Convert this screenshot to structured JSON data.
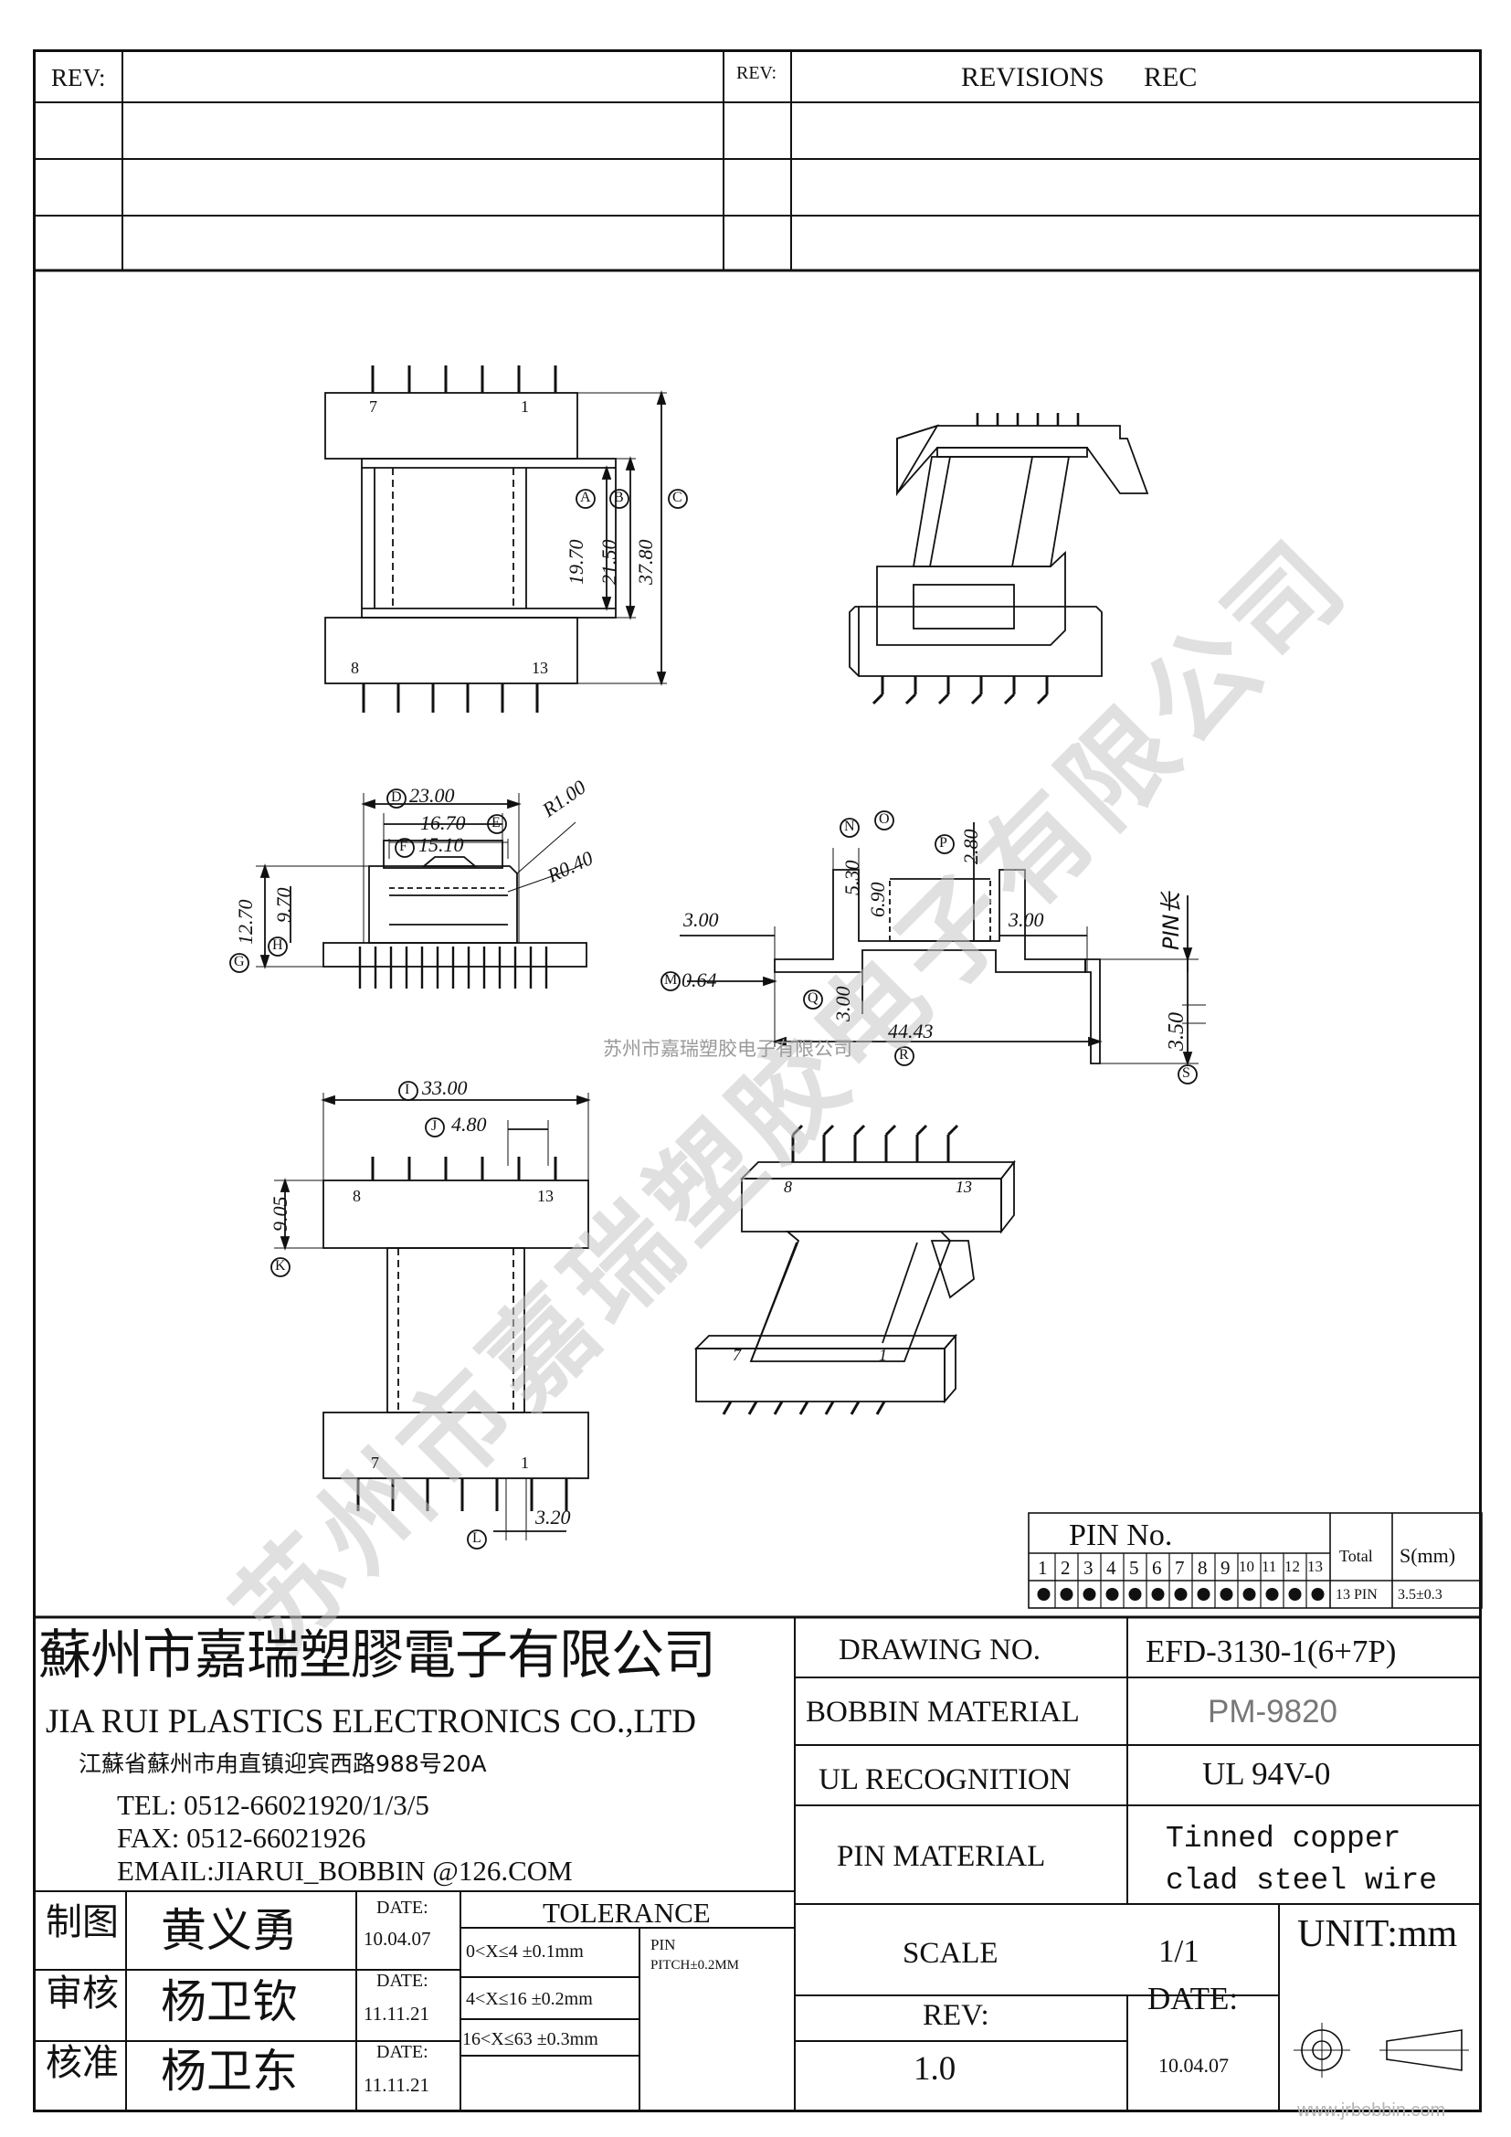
{
  "revisions": {
    "rev_label_left": "REV:",
    "rev_label_right": "REV:",
    "title": "REVISIONS",
    "rec": "REC"
  },
  "views": {
    "top_view": {
      "pin_left": "7",
      "pin_right": "1",
      "pin_bottom_left": "8",
      "pin_bottom_right": "13",
      "dim_a": {
        "tag": "A",
        "value": "19.70"
      },
      "dim_b": {
        "tag": "B",
        "value": "21.50"
      },
      "dim_c": {
        "tag": "C",
        "value": "37.80"
      }
    },
    "front_view": {
      "dim_d": {
        "tag": "D",
        "value": "23.00"
      },
      "dim_e": {
        "tag": "E",
        "value": "16.70"
      },
      "dim_f": {
        "tag": "F",
        "value": "15.10"
      },
      "dim_g": {
        "tag": "G",
        "value": "12.70"
      },
      "dim_h": {
        "tag": "H",
        "value": "9.70"
      },
      "radius_1": "R1.00",
      "radius_2": "R0.40"
    },
    "side_view": {
      "dim_left": "3.00",
      "dim_right": "3.00",
      "dim_m": {
        "tag": "M",
        "value": "0.64"
      },
      "dim_n": {
        "tag": "N",
        "value": "5.30"
      },
      "dim_o": {
        "tag": "O",
        "value": "6.90"
      },
      "dim_p": {
        "tag": "P",
        "value": "2.80"
      },
      "dim_q": {
        "tag": "Q",
        "value": "3.00"
      },
      "dim_r": {
        "tag": "R",
        "value": "44.43"
      },
      "dim_s": {
        "tag": "S",
        "value": "3.50"
      },
      "pin_length_label": "PIN长"
    },
    "bottom_view": {
      "dim_i": {
        "tag": "I",
        "value": "33.00"
      },
      "dim_j": {
        "tag": "J",
        "value": "4.80"
      },
      "dim_k": {
        "tag": "K",
        "value": "9.05"
      },
      "dim_l": {
        "tag": "L",
        "value": "3.20"
      },
      "pin_8": "8",
      "pin_13": "13",
      "pin_7": "7",
      "pin_1": "1"
    },
    "iso_top": {
      "pin_a": "8",
      "pin_b": "13",
      "pin_c": "7",
      "pin_d": "1"
    }
  },
  "watermark": {
    "center_text": "苏州市嘉瑞塑胶电子有限公司",
    "diagonal_text": "苏州市嘉瑞塑胶电子有限公司",
    "url": "www.jrbobbin.com"
  },
  "pin_table": {
    "title": "PIN No.",
    "pins": [
      "1",
      "2",
      "3",
      "4",
      "5",
      "6",
      "7",
      "8",
      "9",
      "10",
      "11",
      "12",
      "13"
    ],
    "total_label": "Total",
    "s_label": "S(mm)",
    "total_value": "13 PIN",
    "s_value": "3.5±0.3"
  },
  "company": {
    "name_cn": "蘇州市嘉瑞塑膠電子有限公司",
    "name_en": "JIA RUI PLASTICS ELECTRONICS CO.,LTD",
    "address": "江蘇省蘇州市甪直镇迎宾西路988号20A",
    "tel": "TEL: 0512-66021920/1/3/5",
    "fax": "FAX: 0512-66021926",
    "email": "EMAIL:JIARUI_BOBBIN @126.COM"
  },
  "title_block": {
    "drawing_no_label": "DRAWING  NO.",
    "drawing_no": "EFD-3130-1(6+7P)",
    "bobbin_material_label": "BOBBIN  MATERIAL",
    "bobbin_material": "PM-9820",
    "ul_label": "UL RECOGNITION",
    "ul_value": "UL 94V-0",
    "pin_material_label": "PIN MATERIAL",
    "pin_material_line1": "Tinned copper",
    "pin_material_line2": "clad steel wire",
    "scale_label": "SCALE",
    "scale_value": "1/1",
    "unit": "UNIT:mm",
    "rev_label": "REV:",
    "rev_value": "1.0",
    "date_label": "DATE:",
    "date_value": "10.04.07"
  },
  "signoff": {
    "rows": [
      {
        "role": "制图",
        "name": "黄义勇",
        "date_label": "DATE:",
        "date": "10.04.07"
      },
      {
        "role": "审核",
        "name": "杨卫钦",
        "date_label": "DATE:",
        "date": "11.11.21"
      },
      {
        "role": "核准",
        "name": "杨卫东",
        "date_label": "DATE:",
        "date": "11.11.21"
      }
    ],
    "tolerance_title": "TOLERANCE",
    "tol_1": "0<X≤4  ±0.1mm",
    "tol_2": "4<X≤16 ±0.2mm",
    "tol_3": "16<X≤63 ±0.3mm",
    "pin_label": "PIN",
    "pin_pitch": "PITCH±0.2MM"
  }
}
